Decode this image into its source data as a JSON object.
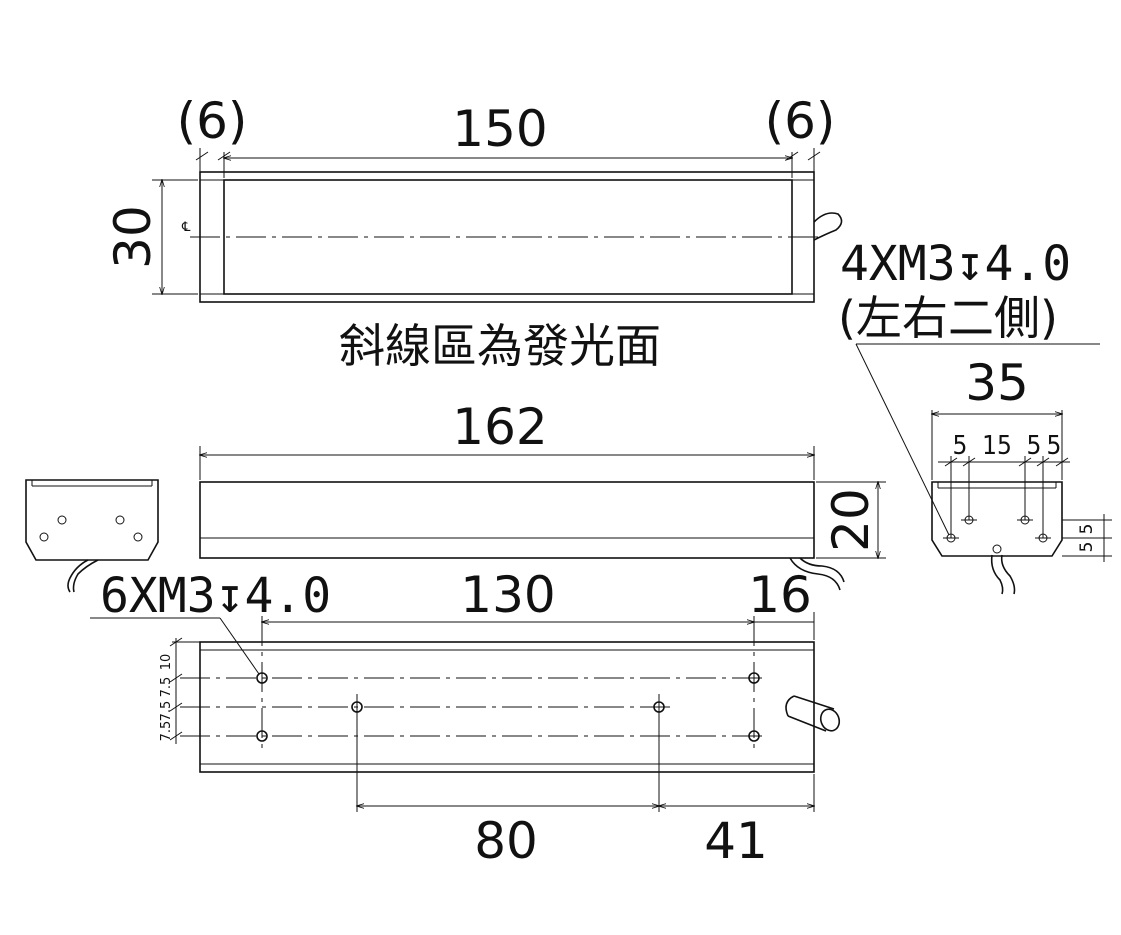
{
  "top_view": {
    "dim_left_margin": "(6)",
    "dim_width": "150",
    "dim_right_margin": "(6)",
    "dim_height": "30",
    "centerline_mark": "℄",
    "caption": "斜線區為發光面"
  },
  "side_view": {
    "dim_length": "162",
    "dim_height": "20"
  },
  "right_view": {
    "hole_callout": "4XM3↧4.0",
    "hole_callout_note": "(左右二側)",
    "dim_width": "35",
    "dim_sub_5a": "5",
    "dim_sub_15": "15",
    "dim_sub_5b": "5",
    "dim_sub_5c": "5",
    "dim_vert_a": "5",
    "dim_vert_b": "5"
  },
  "bottom_view": {
    "hole_callout": "6XM3↧4.0",
    "dim_hole_span": "130",
    "dim_end_offset": "16",
    "dim_inner_span": "80",
    "dim_right_offset": "41",
    "dim_vert_10": "10",
    "dim_vert_7_5a": "7.5",
    "dim_vert_7_5b": "7.5",
    "dim_vert_7_5c": "7.5"
  }
}
